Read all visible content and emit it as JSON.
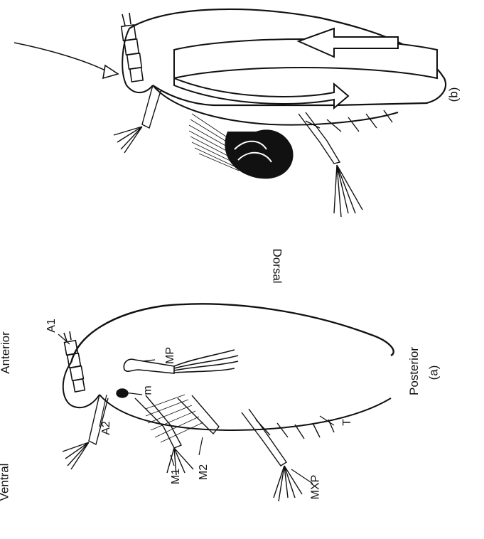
{
  "figure": {
    "panel_a": {
      "caption": "(a)",
      "orientation": {
        "anterior": "Anterior",
        "posterior": "Posterior",
        "dorsal": "Dorsal",
        "ventral": "Ventral"
      },
      "appendages": {
        "a1": "A1",
        "a2": "A2",
        "m": "m",
        "mp": "MP",
        "m1": "M1",
        "m2": "M2",
        "mxp": "MXP",
        "t": "T"
      }
    },
    "panel_b": {
      "caption": "(b)"
    }
  }
}
